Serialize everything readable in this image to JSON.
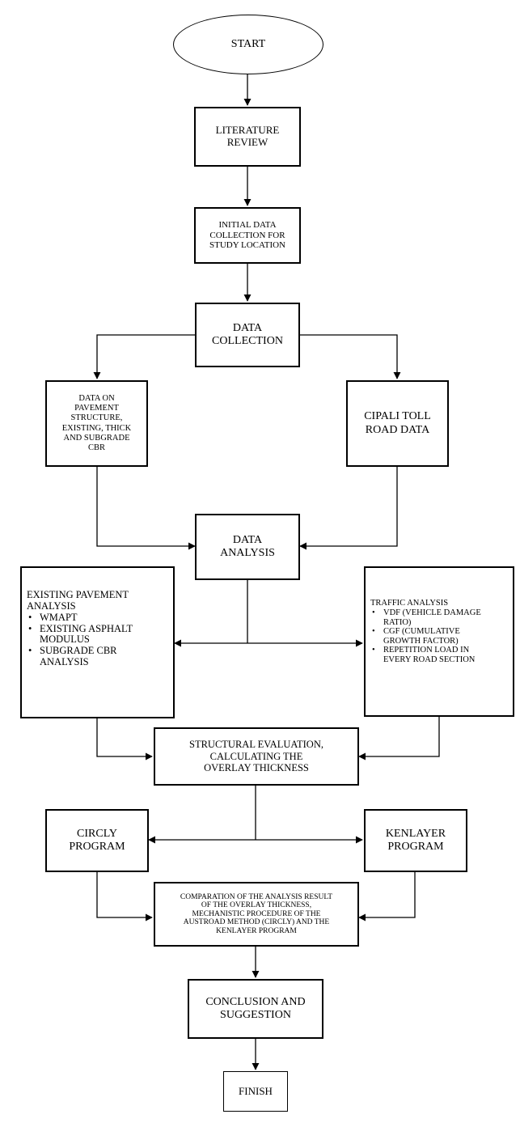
{
  "nodes": {
    "start": [
      "START"
    ],
    "literature": [
      "LITERATURE",
      "REVIEW"
    ],
    "initial_data": [
      "INITIAL DATA",
      "COLLECTION FOR",
      "STUDY LOCATION"
    ],
    "data_collection": [
      "DATA",
      "COLLECTION"
    ],
    "pavement_data": [
      "DATA ON",
      "PAVEMENT",
      "STRUCTURE,",
      "EXISTING, THICK",
      "AND SUBGRADE",
      "CBR"
    ],
    "cipali": [
      "CIPALI TOLL",
      "ROAD DATA"
    ],
    "data_analysis": [
      "DATA",
      "ANALYSIS"
    ],
    "existing_pavement": {
      "heading": [
        "EXISTING PAVEMENT",
        "ANALYSIS"
      ],
      "items": [
        [
          "WMAPT"
        ],
        [
          "EXISTING ASPHALT",
          "MODULUS"
        ],
        [
          "SUBGRADE CBR",
          "ANALYSIS"
        ]
      ]
    },
    "traffic": {
      "heading": [
        "TRAFFIC ANALYSIS"
      ],
      "items": [
        [
          "VDF (VEHICLE DAMAGE",
          "RATIO)"
        ],
        [
          "CGF (CUMULATIVE",
          "GROWTH FACTOR)"
        ],
        [
          "REPETITION LOAD IN",
          "EVERY ROAD SECTION"
        ]
      ]
    },
    "structural": [
      "STRUCTURAL EVALUATION,",
      "CALCULATING THE",
      "OVERLAY THICKNESS"
    ],
    "circly": [
      "CIRCLY",
      "PROGRAM"
    ],
    "kenlayer": [
      "KENLAYER",
      "PROGRAM"
    ],
    "comparation": [
      "COMPARATION OF THE ANALYSIS RESULT",
      "OF THE OVERLAY THICKNESS,",
      "MECHANISTIC PROCEDURE OF THE",
      "AUSTROAD METHOD (CIRCLY) AND THE",
      "KENLAYER PROGRAM"
    ],
    "conclusion": [
      "CONCLUSION AND",
      "SUGGESTION"
    ],
    "finish": [
      "FINISH"
    ]
  }
}
